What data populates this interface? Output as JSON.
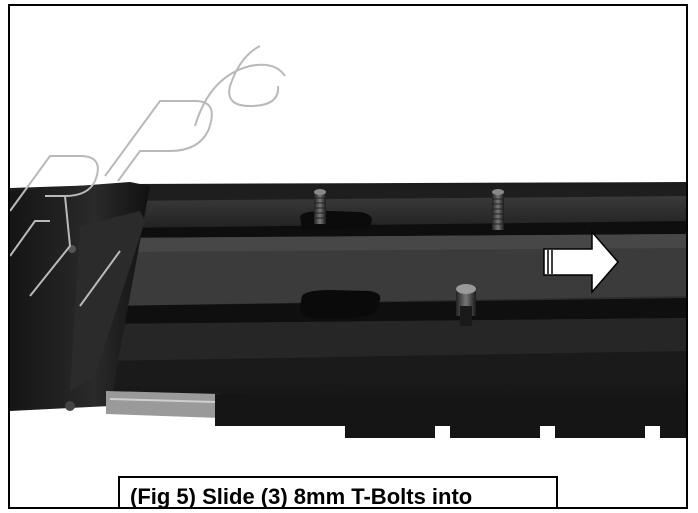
{
  "figure": {
    "caption": "(Fig 5) Slide (3) 8mm T-Bolts into",
    "watermark_text": "RPS",
    "arrow_direction": "right"
  }
}
